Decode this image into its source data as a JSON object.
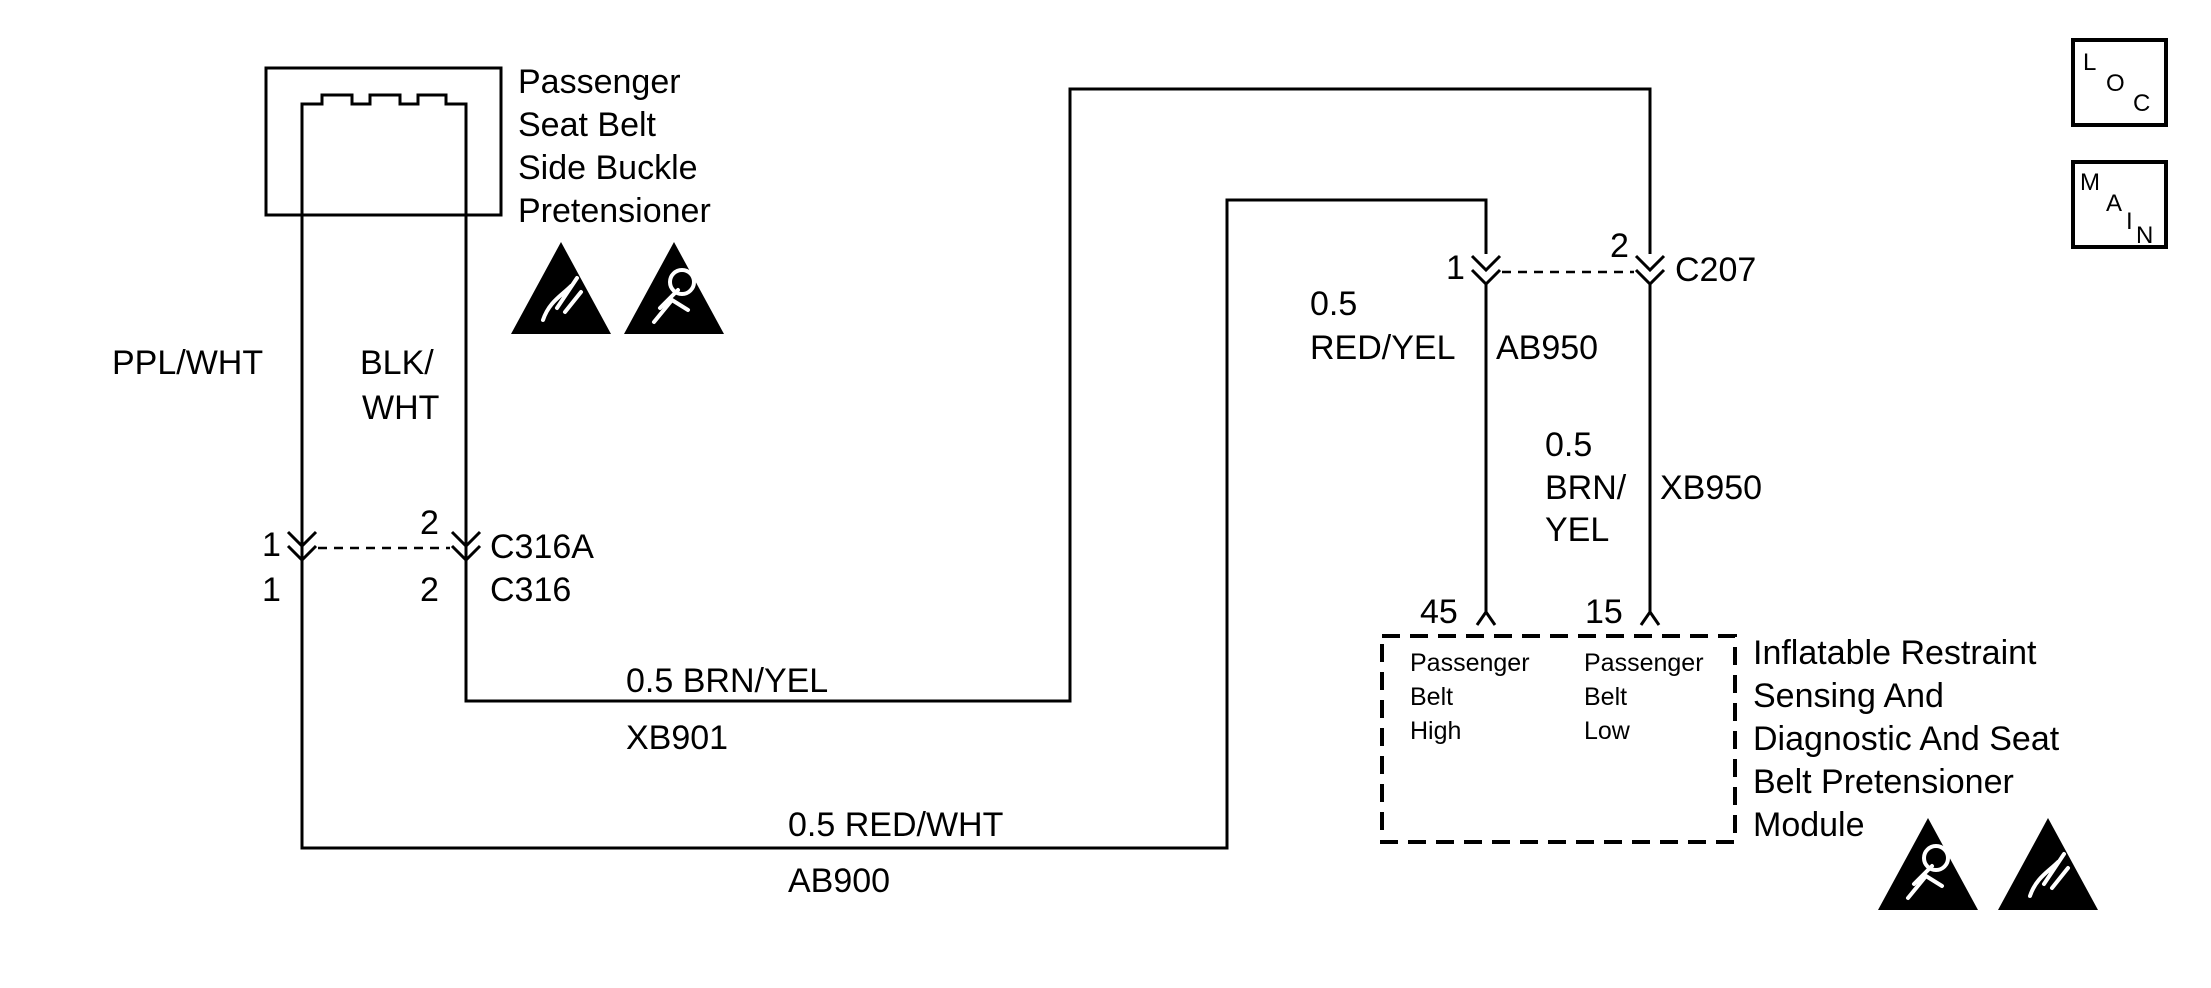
{
  "component": {
    "name_lines": [
      "Passenger",
      "Seat Belt",
      "Side Buckle",
      "Pretensioner"
    ]
  },
  "wires": {
    "ppl_wht": "PPL/WHT",
    "blk_wht_lines": [
      "BLK/",
      "WHT"
    ],
    "brn_yel_main": "0.5 BRN/YEL",
    "xb901": "XB901",
    "red_wht_main": "0.5 RED/WHT",
    "ab900": "AB900",
    "red_yel_size": "0.5",
    "red_yel_color": "RED/YEL",
    "ab950": "AB950",
    "brn_yel_size": "0.5",
    "brn_yel_lines": [
      "BRN/",
      "YEL"
    ],
    "xb950": "XB950"
  },
  "connectors": {
    "c316a": {
      "name": "C316A",
      "pin_a": "1",
      "pin_b": "2"
    },
    "c316": {
      "name": "C316",
      "pin_a": "1",
      "pin_b": "2"
    },
    "c207": {
      "name": "C207",
      "pin_a": "1",
      "pin_b": "2"
    }
  },
  "module": {
    "pin_high": "45",
    "pin_low": "15",
    "terminal_high_lines": [
      "Passenger",
      "Belt",
      "High"
    ],
    "terminal_low_lines": [
      "Passenger",
      "Belt",
      "Low"
    ],
    "name_lines": [
      "Inflatable Restraint",
      "Sensing And",
      "Diagnostic And Seat",
      "Belt Pretensioner",
      "Module"
    ]
  },
  "nav": {
    "loc": [
      "L",
      "O",
      "C"
    ],
    "main": [
      "M",
      "A",
      "I",
      "N"
    ]
  },
  "icons": [
    "esd-warning-icon",
    "airbag-warning-icon"
  ]
}
